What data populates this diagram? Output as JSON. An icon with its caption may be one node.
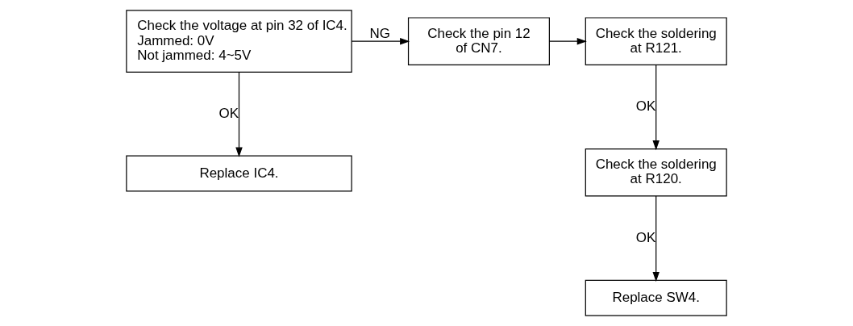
{
  "diagram": {
    "nodes": [
      {
        "text": [
          "Check the voltage at pin 32 of IC4.",
          "Jammed: 0V",
          "Not jammed: 4~5V"
        ]
      },
      {
        "text": [
          "Replace IC4."
        ]
      },
      {
        "text": [
          "Check the pin 12 of CN7."
        ]
      },
      {
        "text": [
          "Check the soldering at R121."
        ]
      },
      {
        "text": [
          "Check the soldering at R120."
        ]
      },
      {
        "text": [
          "Replace SW4."
        ]
      }
    ],
    "edges": [
      {
        "from": 0,
        "to": 2,
        "arrow": "to",
        "label": "NG"
      },
      {
        "from": 0,
        "to": 1,
        "arrow": "to",
        "label": "OK"
      },
      {
        "from": 2,
        "to": 3,
        "arrow": "to"
      },
      {
        "from": 3,
        "to": 4,
        "arrow": "to",
        "label": "OK"
      },
      {
        "from": 4,
        "to": 5,
        "arrow": "to",
        "label": "OK"
      }
    ]
  }
}
